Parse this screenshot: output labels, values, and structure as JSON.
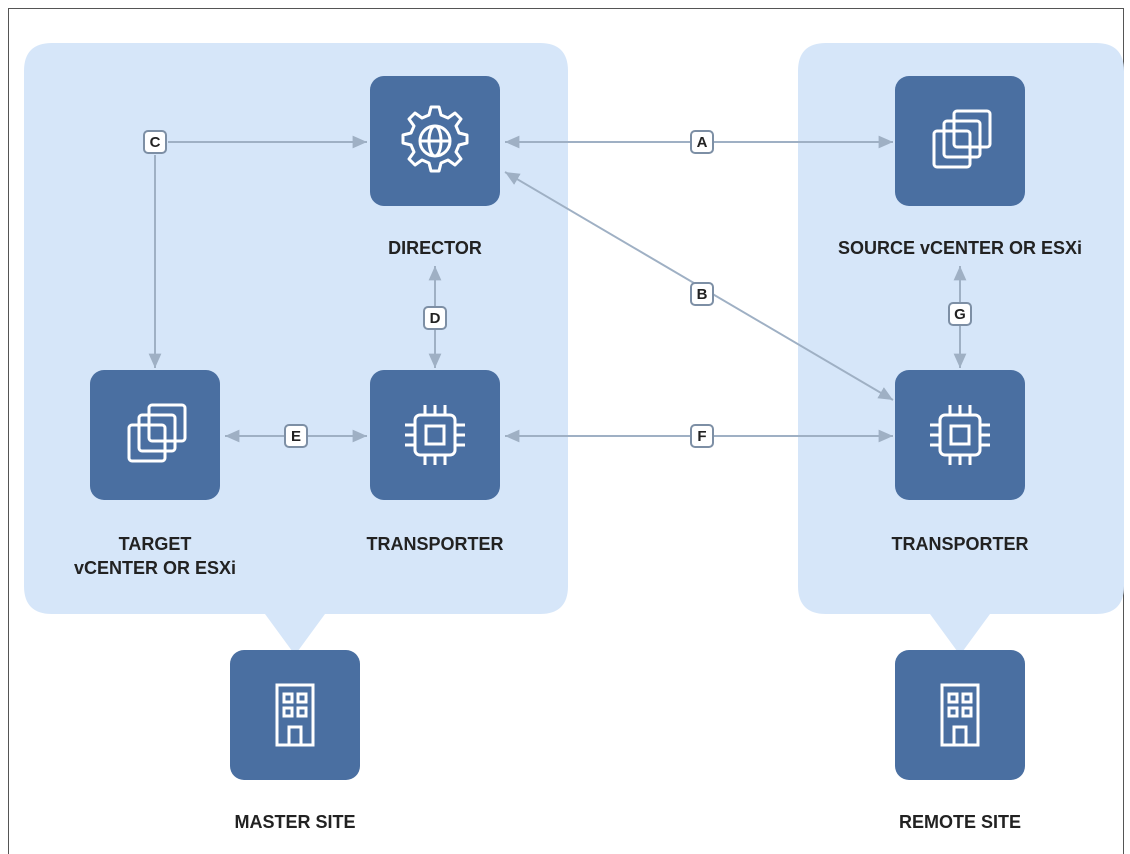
{
  "sites": {
    "master": {
      "label": "MASTER SITE",
      "icon": "building-icon"
    },
    "remote": {
      "label": "REMOTE SITE",
      "icon": "building-icon"
    }
  },
  "nodes": {
    "director": {
      "label": "DIRECTOR",
      "icon": "globe-gear-icon"
    },
    "source": {
      "label": "SOURCE vCENTER OR ESXi",
      "icon": "vsphere-windows-icon"
    },
    "target": {
      "label": "TARGET\nvCENTER OR ESXi",
      "icon": "vsphere-windows-icon"
    },
    "transporter_master": {
      "label": "TRANSPORTER",
      "icon": "chip-icon"
    },
    "transporter_remote": {
      "label": "TRANSPORTER",
      "icon": "chip-icon"
    }
  },
  "connections": {
    "a": {
      "label": "A",
      "from": "DIRECTOR",
      "to": "SOURCE vCENTER OR ESXi"
    },
    "b": {
      "label": "B",
      "from": "DIRECTOR",
      "to": "TRANSPORTER (remote)"
    },
    "c": {
      "label": "C",
      "from": "DIRECTOR",
      "to": "TARGET vCENTER OR ESXi"
    },
    "d": {
      "label": "D",
      "from": "DIRECTOR",
      "to": "TRANSPORTER (master)"
    },
    "e": {
      "label": "E",
      "from": "TARGET vCENTER OR ESXi",
      "to": "TRANSPORTER (master)"
    },
    "f": {
      "label": "F",
      "from": "TRANSPORTER (master)",
      "to": "TRANSPORTER (remote)"
    },
    "g": {
      "label": "G",
      "from": "SOURCE vCENTER OR ESXi",
      "to": "TRANSPORTER (remote)"
    }
  },
  "colors": {
    "site_background": "#d6e6f9",
    "node_fill": "#4a6fa1",
    "connector": "#9fb0c4",
    "badge_border": "#7d8fa5"
  }
}
